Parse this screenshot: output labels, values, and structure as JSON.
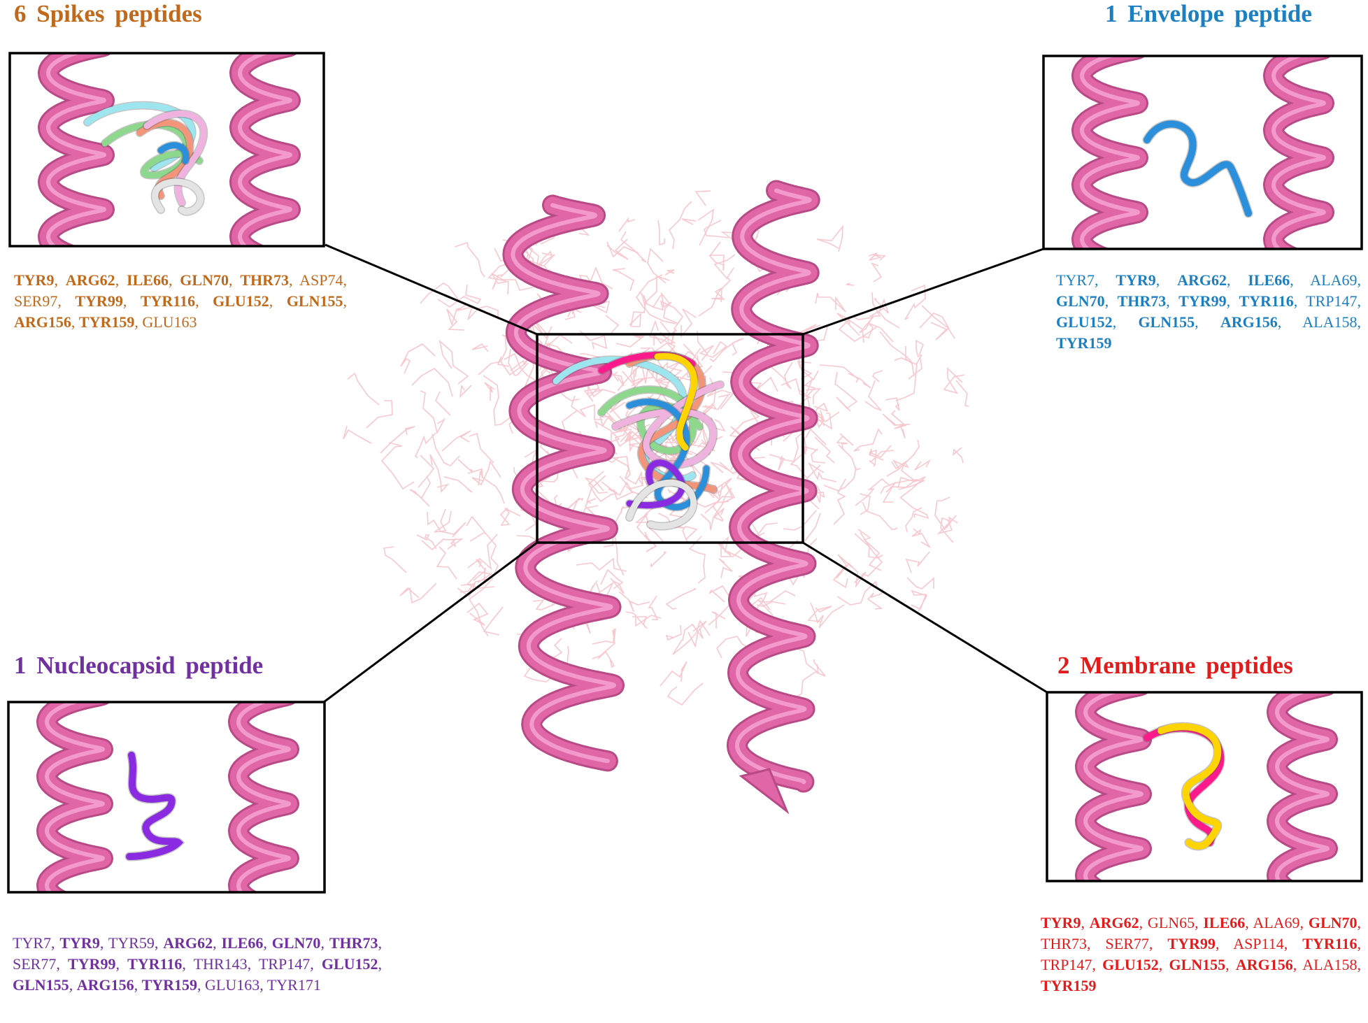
{
  "panels": {
    "spikes": {
      "title": "6 Spikes  peptides",
      "color": "#c0691b",
      "residues": [
        {
          "text": "TYR9",
          "bold": true
        },
        {
          "text": "ARG62",
          "bold": true
        },
        {
          "text": "ILE66",
          "bold": true
        },
        {
          "text": "GLN70",
          "bold": true
        },
        {
          "text": "THR73",
          "bold": true
        },
        {
          "text": "ASP74",
          "bold": false
        },
        {
          "text": "SER97",
          "bold": false
        },
        {
          "text": "TYR99",
          "bold": true
        },
        {
          "text": "TYR116",
          "bold": true
        },
        {
          "text": "GLU152",
          "bold": true
        },
        {
          "text": "GLN155",
          "bold": true
        },
        {
          "text": "ARG156",
          "bold": true
        },
        {
          "text": "TYR159",
          "bold": true
        },
        {
          "text": "GLU163",
          "bold": false
        }
      ]
    },
    "envelope": {
      "title": "1 Envelope  peptide",
      "color": "#1b7fc2",
      "residues": [
        {
          "text": "TYR7",
          "bold": false
        },
        {
          "text": "TYR9",
          "bold": true
        },
        {
          "text": "ARG62",
          "bold": true
        },
        {
          "text": "ILE66",
          "bold": true
        },
        {
          "text": "ALA69",
          "bold": false
        },
        {
          "text": "GLN70",
          "bold": true
        },
        {
          "text": "THR73",
          "bold": true
        },
        {
          "text": "TYR99",
          "bold": true
        },
        {
          "text": "TYR116",
          "bold": true
        },
        {
          "text": "TRP147",
          "bold": false
        },
        {
          "text": "GLU152",
          "bold": true
        },
        {
          "text": "GLN155",
          "bold": true
        },
        {
          "text": "ARG156",
          "bold": true
        },
        {
          "text": "ALA158",
          "bold": false
        },
        {
          "text": "TYR159",
          "bold": true
        }
      ]
    },
    "nucleocapsid": {
      "title": "1 Nucleocapsid  peptide",
      "color": "#7030a0",
      "residues": [
        {
          "text": "TYR7",
          "bold": false
        },
        {
          "text": "TYR9",
          "bold": true
        },
        {
          "text": "TYR59",
          "bold": false
        },
        {
          "text": "ARG62",
          "bold": true
        },
        {
          "text": "ILE66",
          "bold": true
        },
        {
          "text": "GLN70",
          "bold": true
        },
        {
          "text": "THR73",
          "bold": true
        },
        {
          "text": "SER77",
          "bold": false
        },
        {
          "text": "TYR99",
          "bold": true
        },
        {
          "text": "TYR116",
          "bold": true
        },
        {
          "text": "THR143",
          "bold": false
        },
        {
          "text": "TRP147",
          "bold": false
        },
        {
          "text": "GLU152",
          "bold": true
        },
        {
          "text": "GLN155",
          "bold": true
        },
        {
          "text": "ARG156",
          "bold": true
        },
        {
          "text": "TYR159",
          "bold": true
        },
        {
          "text": "GLU163",
          "bold": false
        },
        {
          "text": "TYR171",
          "bold": false
        }
      ]
    },
    "membrane": {
      "title": "2 Membrane  peptides",
      "color": "#e31b1b",
      "residues": [
        {
          "text": "TYR9",
          "bold": true
        },
        {
          "text": "ARG62",
          "bold": true
        },
        {
          "text": "GLN65",
          "bold": false
        },
        {
          "text": "ILE66",
          "bold": true
        },
        {
          "text": "ALA69",
          "bold": false
        },
        {
          "text": "GLN70",
          "bold": true
        },
        {
          "text": "THR73",
          "bold": false
        },
        {
          "text": "SER77",
          "bold": false
        },
        {
          "text": "TYR99",
          "bold": true
        },
        {
          "text": "ASP114",
          "bold": false
        },
        {
          "text": "TYR116",
          "bold": true
        },
        {
          "text": "TRP147",
          "bold": false
        },
        {
          "text": "GLU152",
          "bold": true
        },
        {
          "text": "GLN155",
          "bold": true
        },
        {
          "text": "ARG156",
          "bold": true
        },
        {
          "text": "ALA158",
          "bold": false
        },
        {
          "text": "TYR159",
          "bold": true
        }
      ]
    }
  },
  "colors": {
    "helix": "#e066a8",
    "helix_light": "#f6a8d4",
    "sidechains": "#f7c9cf",
    "peptide_cyan": "#9ee6ef",
    "peptide_green": "#8ed88e",
    "peptide_salmon": "#f2957a",
    "peptide_pink": "#f0b3e0",
    "peptide_white": "#e4e4e4",
    "peptide_blue": "#2b8fdc",
    "peptide_purple": "#8a2be2",
    "peptide_magenta": "#ff1a8c",
    "peptide_yellow": "#ffd400"
  }
}
